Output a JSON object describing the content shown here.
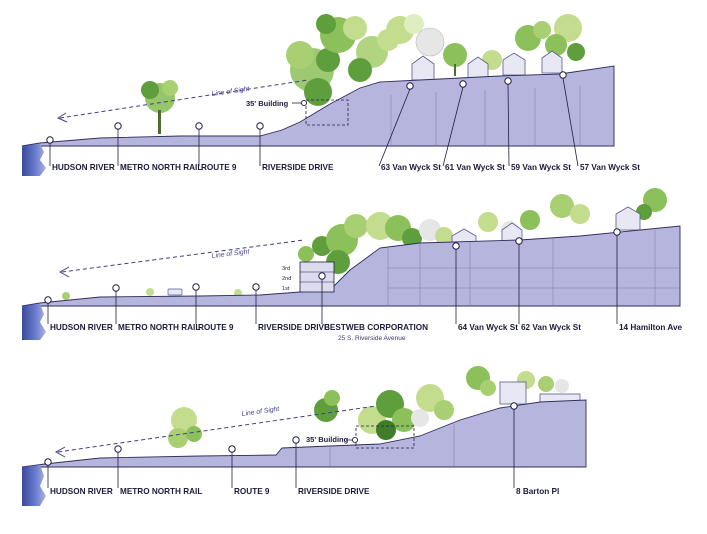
{
  "sections": [
    {
      "line_of_sight": "Line of Sight",
      "building_callout": "35' Building",
      "floors": [],
      "markers": [
        {
          "label": "HUDSON RIVER",
          "sublabel": ""
        },
        {
          "label": "METRO NORTH RAIL",
          "sublabel": ""
        },
        {
          "label": "ROUTE 9",
          "sublabel": ""
        },
        {
          "label": "RIVERSIDE DRIVE",
          "sublabel": ""
        },
        {
          "label": "63 Van Wyck St",
          "sublabel": ""
        },
        {
          "label": "61 Van Wyck St",
          "sublabel": ""
        },
        {
          "label": "59 Van Wyck St",
          "sublabel": ""
        },
        {
          "label": "57 Van Wyck St",
          "sublabel": ""
        }
      ]
    },
    {
      "line_of_sight": "Line of Sight",
      "building_callout": "",
      "floors": [
        "3rd",
        "2nd",
        "1st"
      ],
      "markers": [
        {
          "label": "HUDSON RIVER",
          "sublabel": ""
        },
        {
          "label": "METRO NORTH RAIL",
          "sublabel": ""
        },
        {
          "label": "ROUTE 9",
          "sublabel": ""
        },
        {
          "label": "RIVERSIDE DRIVE",
          "sublabel": ""
        },
        {
          "label": "BESTWEB CORPORATION",
          "sublabel": "25 S. Riverside Avenue"
        },
        {
          "label": "64 Van Wyck St",
          "sublabel": ""
        },
        {
          "label": "62 Van Wyck St",
          "sublabel": ""
        },
        {
          "label": "14 Hamilton Ave",
          "sublabel": ""
        }
      ]
    },
    {
      "line_of_sight": "Line of Sight",
      "building_callout": "35' Building",
      "floors": [],
      "markers": [
        {
          "label": "HUDSON RIVER",
          "sublabel": ""
        },
        {
          "label": "METRO NORTH RAIL",
          "sublabel": ""
        },
        {
          "label": "ROUTE 9",
          "sublabel": ""
        },
        {
          "label": "RIVERSIDE DRIVE",
          "sublabel": ""
        },
        {
          "label": "8 Barton Pl",
          "sublabel": ""
        }
      ]
    }
  ],
  "colors": {
    "terrain": "#b5b5de",
    "terrain_edge": "#2e2e5c",
    "water": "#5a6fbf",
    "marker_line": "#1f1f44",
    "line_of_sight": "#3f3f8a",
    "tree_dark": "#5f9e3c",
    "tree_mid": "#8cc05a",
    "tree_light": "#c3dc8d",
    "tree_ghost": "#e6e6e6",
    "house_fill": "#e8e8f4",
    "house_stroke": "#5a5a8a"
  }
}
